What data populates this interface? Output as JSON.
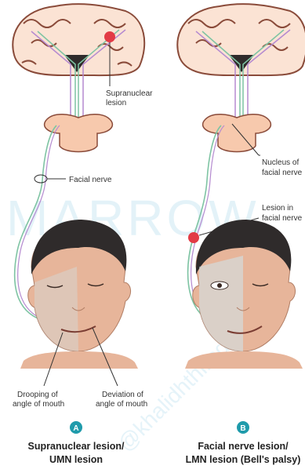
{
  "panels": [
    {
      "badge": "A",
      "title_line1": "Supranuclear lesion/",
      "title_line2": "UMN lesion",
      "labels": {
        "supranuclear_l1": "Supranuclear",
        "supranuclear_l2": "lesion",
        "facial_nerve": "Facial nerve",
        "drooping_l1": "Drooping of",
        "drooping_l2": "angle of mouth",
        "deviation_l1": "Deviation of",
        "deviation_l2": "angle of mouth"
      }
    },
    {
      "badge": "B",
      "title_line1": "Facial nerve lesion/",
      "title_line2": "LMN lesion (Bell's palsy)",
      "labels": {
        "nucleus_l1": "Nucleus of",
        "nucleus_l2": "facial nerve",
        "lesion_l1": "Lesion in",
        "lesion_l2": "facial nerve"
      }
    }
  ],
  "watermark": {
    "main": "MARROW",
    "diagonal": "@khalidhthirode_mpmd"
  },
  "colors": {
    "lesion_dot": "#e23b45",
    "badge": "#1f9bab",
    "brain_fill": "#fbe3d4",
    "brain_stroke": "#8a4b3a",
    "pathway_purple": "#b58ad0",
    "pathway_green": "#7ec4a3",
    "skin": "#e7b59a",
    "hair": "#2f2b2b",
    "paralysis_tint": "#cfe6ef"
  }
}
